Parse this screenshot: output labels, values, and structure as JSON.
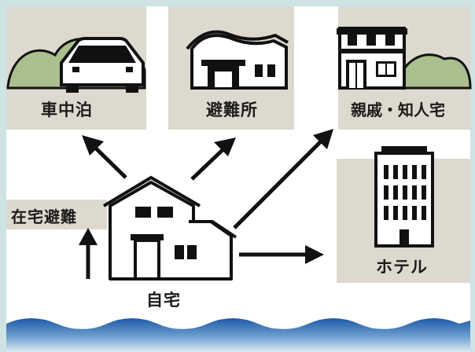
{
  "destinations": {
    "car": "車中泊",
    "shelter": "避難所",
    "relatives": "親戚・知人宅",
    "hotel": "ホテル"
  },
  "home_shelter": "在宅避難",
  "home": "自宅",
  "colors": {
    "background": "#cde3e4",
    "panel": "#ffffff",
    "card": "#ddd9ce",
    "hill": "#a9bf8e",
    "ink": "#111111",
    "water_dark": "#1e5aa8",
    "water_light": "#dcebf3"
  }
}
